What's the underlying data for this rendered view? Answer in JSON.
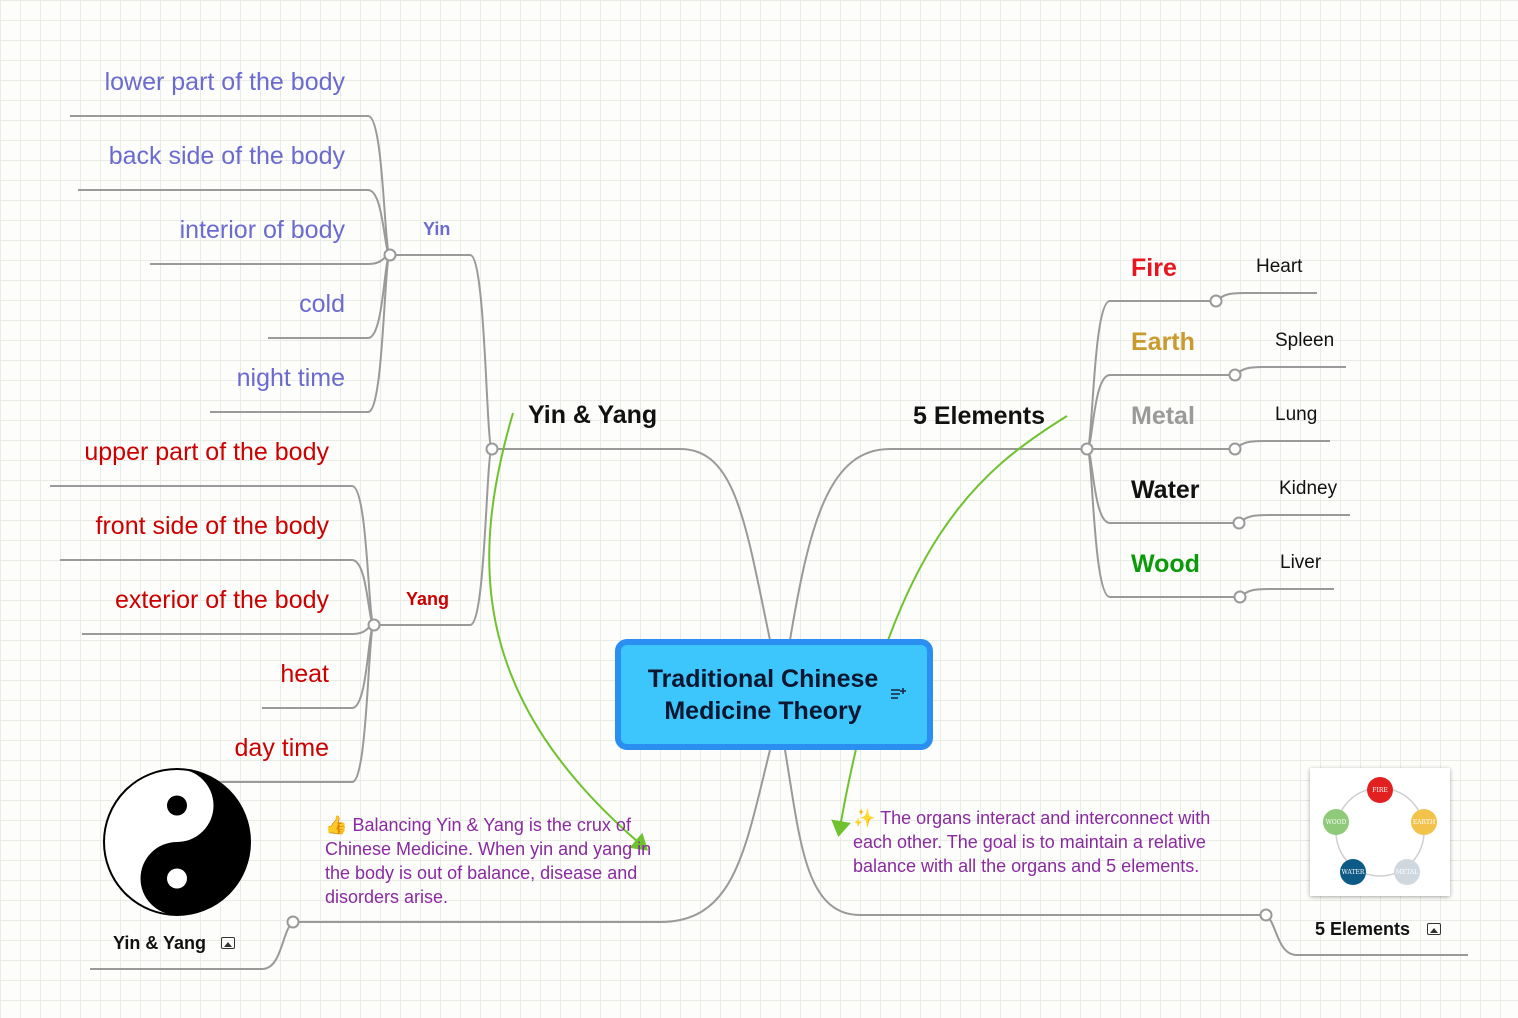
{
  "central": {
    "title": "Traditional Chinese Medicine Theory",
    "notes_icon": "notes-icon"
  },
  "yin_yang": {
    "label": "Yin & Yang",
    "yin": {
      "label": "Yin",
      "items": [
        "lower part of the body",
        "back side of the body",
        "interior of body",
        "cold",
        "night time"
      ]
    },
    "yang": {
      "label": "Yang",
      "items": [
        "upper part of the body",
        "front side of the body",
        "exterior of the body",
        "heat",
        "day time"
      ]
    },
    "note": "Balancing Yin & Yang is the crux of Chinese Medicine.  When yin and yang in the body is out of balance, disease and disorders arise.",
    "note_icon": "thumbs-up-icon",
    "image_label": "Yin & Yang",
    "image_icon": "image-icon"
  },
  "five_elements": {
    "label": "5 Elements",
    "elements": [
      {
        "name": "Fire",
        "organ": "Heart",
        "color": "#e8141e"
      },
      {
        "name": "Earth",
        "organ": "Spleen",
        "color": "#c99a2e"
      },
      {
        "name": "Metal",
        "organ": "Lung",
        "color": "#9a9a9a"
      },
      {
        "name": "Water",
        "organ": "Kidney",
        "color": "#111111"
      },
      {
        "name": "Wood",
        "organ": "Liver",
        "color": "#0a9a0a"
      }
    ],
    "note": "The organs interact and interconnect with each other.  The goal is to maintain a relative balance with all the organs and 5 elements.",
    "note_icon": "sparkles-icon",
    "image_label": "5 Elements",
    "image_icon": "image-icon",
    "diagram_labels": [
      "FIRE",
      "EARTH",
      "METAL",
      "WATER",
      "WOOD"
    ]
  },
  "colors": {
    "yin": "#6b6bcf",
    "yang": "#cc0000",
    "note": "#8a2aa0",
    "link": "#6fc22e",
    "central_fill": "#3cc6fb",
    "central_border": "#2b8ff2"
  }
}
